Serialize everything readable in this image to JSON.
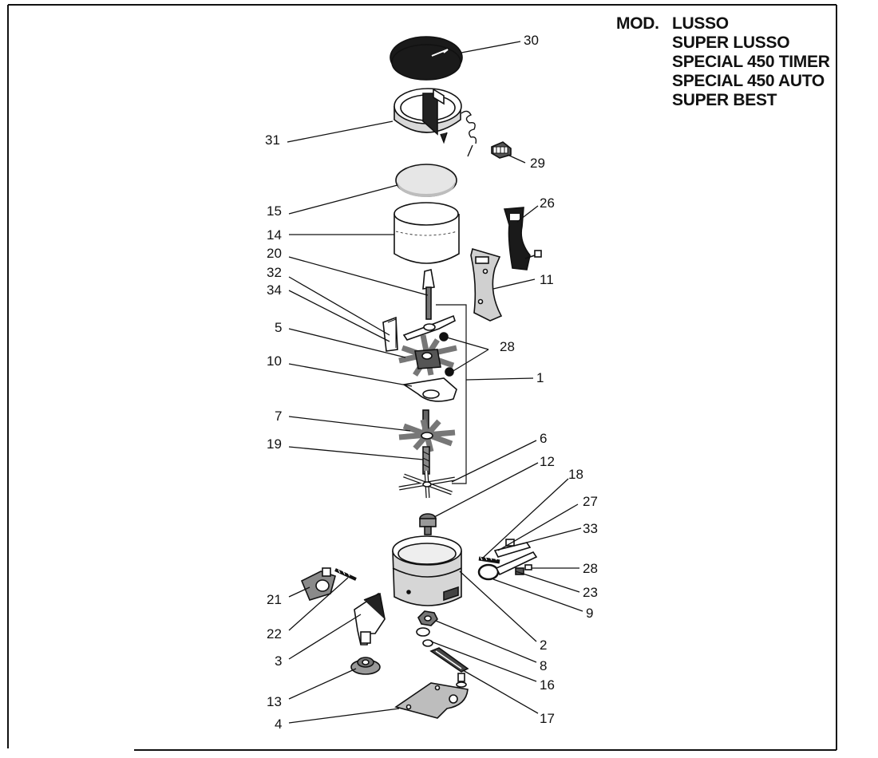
{
  "header": {
    "prefix": "MOD.",
    "models": [
      "LUSSO",
      "SUPER LUSSO",
      "SPECIAL 450 TIMER",
      "SPECIAL 450 AUTO",
      "SUPER BEST"
    ]
  },
  "callouts": [
    "30",
    "31",
    "29",
    "15",
    "26",
    "14",
    "20",
    "11",
    "32",
    "34",
    "5",
    "28",
    "10",
    "1",
    "7",
    "6",
    "19",
    "12",
    "18",
    "27",
    "33",
    "28",
    "21",
    "23",
    "22",
    "9",
    "2",
    "3",
    "8",
    "16",
    "13",
    "17",
    "4"
  ],
  "colors": {
    "ink": "#111111",
    "fill_dark": "#1a1a1a",
    "fill_grey": "#8a8a8a",
    "fill_light": "#d8d8d8"
  }
}
